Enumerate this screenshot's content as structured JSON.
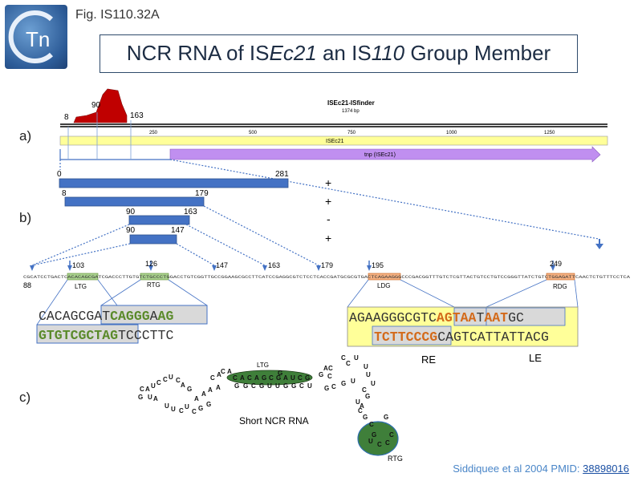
{
  "figure_label": "Fig. IS110.32A",
  "title_parts": [
    "NCR RNA of IS",
    "Ec21",
    " an IS",
    "110",
    " Group Member"
  ],
  "logo_text": "Tn",
  "sections": {
    "a": "a)",
    "b": "b)",
    "c": "c)"
  },
  "finder": {
    "name": "ISEc21-ISfinder",
    "length": "1374 bp",
    "ticks": [
      "250",
      "500",
      "750",
      "1000",
      "1250"
    ],
    "element_label": "ISEc21",
    "tnp_label": "tnp (ISEc21)"
  },
  "peak_labels": [
    "8",
    "90",
    "163"
  ],
  "transcripts": [
    {
      "start": "0",
      "end": "281",
      "strand": "+"
    },
    {
      "start": "8",
      "end": "179",
      "strand": "+"
    },
    {
      "start": "90",
      "end": "163",
      "strand": "-"
    },
    {
      "start": "90",
      "end": "147",
      "strand": "+"
    }
  ],
  "positions": {
    "p88": "88",
    "p103": "103",
    "p126": "126",
    "p147": "147",
    "p163": "163",
    "p179": "179",
    "p195": "195",
    "p249": "249"
  },
  "seq_line": "CGCATCCTGACTCACACAGCGATCGACCCTTGTGTCTGCCCTGGACCTGTCGGTTGCCGGAAGCGCCTTCATCCGAGGCGTCTCCTCACCGATGCGCGTGACTCAGAAGGGCCCGACGGTTTGTCTCGTTACTGTCCTGTCCGGGTTATCTGTCTGGAGATTCAACTCTGTTTCCTCA",
  "box_labels": {
    "ltg": "LTG",
    "rtg": "RTG",
    "ldg": "LDG",
    "rdg": "RDG"
  },
  "seq_left": {
    "top_plain": "CACAGCGAT",
    "top_green": "CAGGG",
    "top_a": "A",
    "top_g2": "AG",
    "bottom_green": "GTGTCGCTAG",
    "bottom_plain": "TCCCTTC"
  },
  "seq_right": {
    "top_a": "AGAAGGGCGTC",
    "top_b": "AGTAA",
    "top_c": "T",
    "top_d": "AAT",
    "top_e": "GC",
    "bottom_a": "TCTTCCCG",
    "bottom_b": "CA",
    "bottom_c": "GTCATTATTACG"
  },
  "re_le": {
    "re": "RE",
    "le": "LE"
  },
  "rna": {
    "ltg_label": "LTG",
    "rtg_label": "RTG",
    "caption": "Short NCR RNA"
  },
  "citation": {
    "text": "Siddiquee et al 2004 PMID: ",
    "pmid": "38898016"
  },
  "colors": {
    "peak": "#c00000",
    "bar": "#4472c4",
    "yellow": "#ffff99",
    "purple": "#c08ff0",
    "green_text": "#5a8a2a",
    "orange_text": "#d36a1a",
    "green_fill": "#3f7f3a",
    "arrow": "#4472c4"
  }
}
